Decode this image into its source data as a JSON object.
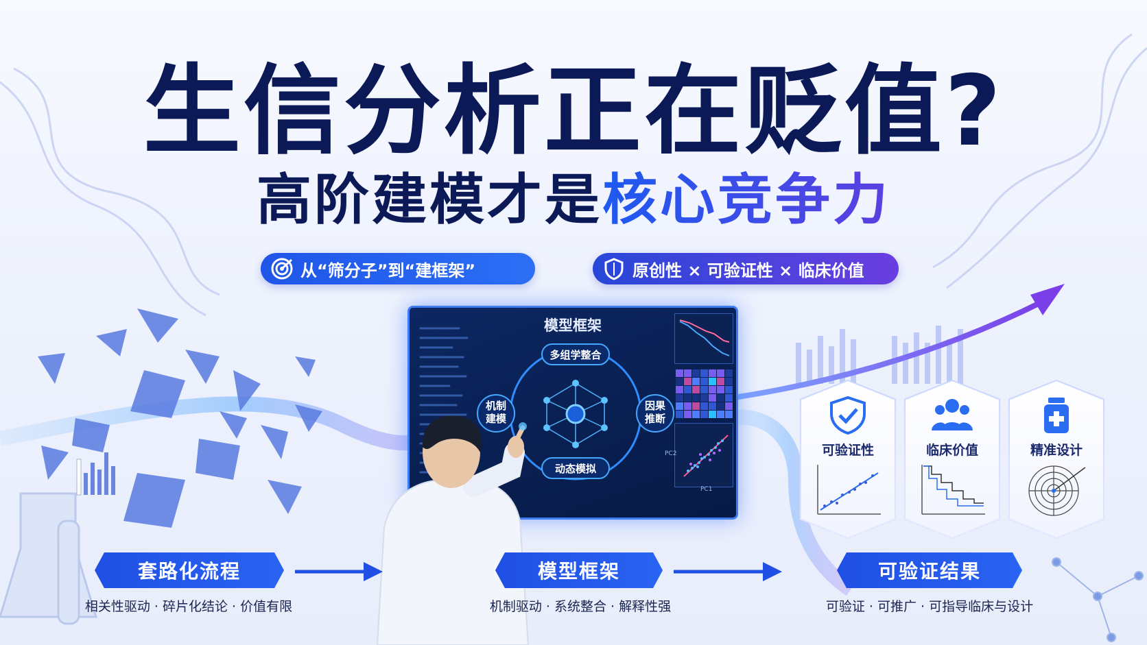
{
  "title": "生信分析正在贬值?",
  "subtitle": {
    "part1": "高阶建模才是",
    "part2": "核心竞争力"
  },
  "pills": {
    "left": {
      "icon": "target-icon",
      "label": "从“筛分子”到“建框架”"
    },
    "right": {
      "icon": "shield-icon",
      "label": "原创性 × 可验证性 × 临床价值"
    }
  },
  "screen": {
    "title": "模型框架",
    "nodes": {
      "top": "多组学整合",
      "bottom": "动态模拟",
      "left": "机制\n建模",
      "right": "因果\n推断"
    },
    "scatter_x_label": "PC1",
    "scatter_y_label": "PC2"
  },
  "cards": [
    {
      "icon": "shield-check-icon",
      "label": "可验证性"
    },
    {
      "icon": "people-icon",
      "label": "临床价值"
    },
    {
      "icon": "medicine-bottle-icon",
      "label": "精准设计"
    }
  ],
  "stages": [
    {
      "label": "套路化流程",
      "desc": "相关性驱动 · 碎片化结论 · 价值有限"
    },
    {
      "label": "模型框架",
      "desc": "机制驱动 · 系统整合 · 解释性强"
    },
    {
      "label": "可验证结果",
      "desc": "可验证 · 可推广 · 可指导临床与设计"
    }
  ],
  "colors": {
    "title": "#0b1a57",
    "accent_blue": "#1f55e8",
    "accent_purple": "#6a3ee0",
    "screen_bg": "#071a45"
  }
}
